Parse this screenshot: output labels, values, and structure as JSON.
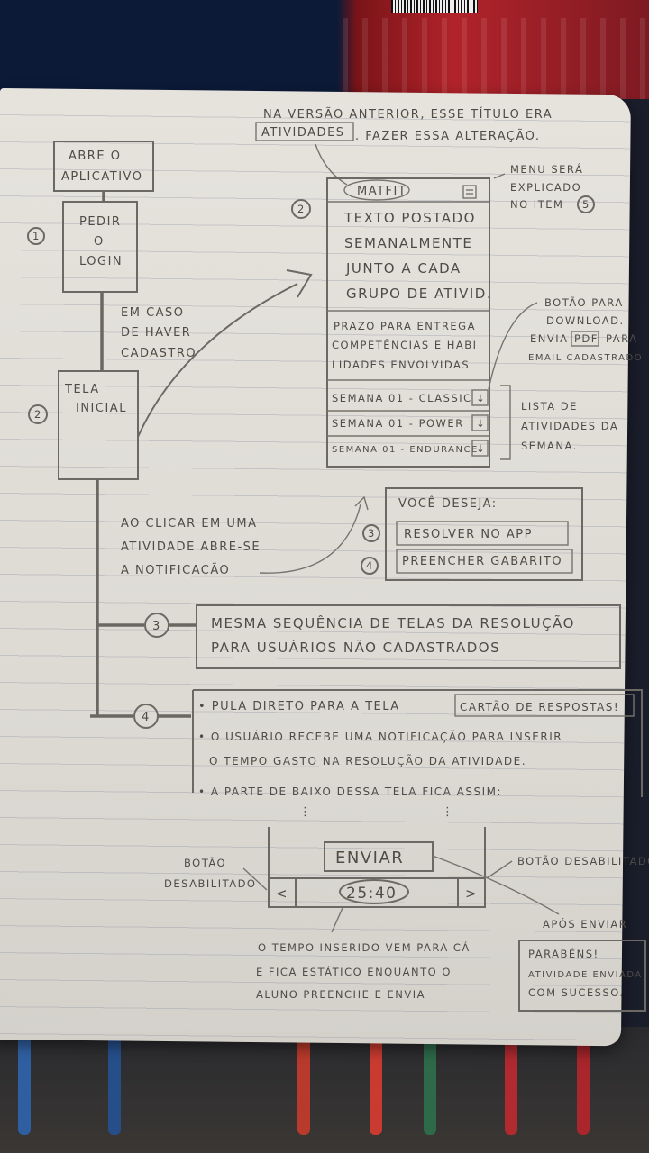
{
  "note_top": {
    "line1": "NA VERSÃO ANTERIOR, ESSE TÍTULO ERA",
    "line2_boxed": "ATIVIDADES",
    "line2_rest": ". FAZER ESSA ALTERAÇÃO."
  },
  "flow": {
    "open_app": [
      "ABRE O",
      "APLICATIVO"
    ],
    "step1_num": "1",
    "ask_login": [
      "PEDIR",
      "O",
      "LOGIN"
    ],
    "registered_note": [
      "EM CASO",
      "DE HAVER",
      "CADASTRO"
    ],
    "step2_num": "2",
    "home_screen": [
      "TELA",
      "INICIAL"
    ]
  },
  "phone": {
    "number": "2",
    "title": "MATFIT",
    "menu_icon": "menu-icon",
    "text_lines": [
      "TEXTO POSTADO",
      "SEMANALMENTE",
      "JUNTO A CADA",
      "GRUPO DE ATIVID."
    ],
    "deadline_lines": [
      "PRAZO PARA ENTREGA",
      "COMPETÊNCIAS E HABI",
      "LIDADES ENVOLVIDAS"
    ],
    "activities": [
      "SEMANA 01 - CLASSIC",
      "SEMANA 01 - POWER",
      "SEMANA 01 - ENDURANCE"
    ],
    "download_icon": "download-icon"
  },
  "notes_right": {
    "menu": [
      "MENU SERÁ",
      "EXPLICADO",
      "NO ITEM"
    ],
    "menu_item_num": "5",
    "download": [
      "BOTÃO PARA",
      "DOWNLOAD.",
      "ENVIA",
      "PDF",
      "PARA",
      "EMAIL CADASTRADO"
    ],
    "list": [
      "LISTA DE",
      "ATIVIDADES DA",
      "SEMANA."
    ]
  },
  "notification": {
    "note": [
      "AO CLICAR EM UMA",
      "ATIVIDADE ABRE-SE",
      "A NOTIFICAÇÃO"
    ],
    "title": "VOCÊ DESEJA:",
    "option3_num": "3",
    "option3": "RESOLVER NO APP",
    "option4_num": "4",
    "option4": "PREENCHER GABARITO"
  },
  "branch3": {
    "num": "3",
    "lines": [
      "MESMA SEQUÊNCIA DE TELAS DA RESOLUÇÃO",
      "PARA USUÁRIOS NÃO CADASTRADOS"
    ]
  },
  "branch4": {
    "num": "4",
    "bullet1": "• PULA DIRETO PARA A TELA",
    "bullet1_boxed": "CARTÃO DE RESPOSTAS!",
    "bullet2": [
      "• O USUÁRIO RECEBE UMA NOTIFICAÇÃO PARA INSERIR",
      "O TEMPO GASTO NA RESOLUÇÃO DA ATIVIDADE."
    ],
    "bullet3": "• A PARTE DE BAIXO DESSA TELA FICA ASSIM:"
  },
  "bottom_ui": {
    "send": "ENVIAR",
    "prev": "<",
    "time": "25:40",
    "next": ">",
    "left_note": [
      "BOTÃO",
      "DESABILITADO"
    ],
    "right_note": "BOTÃO DESABILITADO",
    "after_send": "APÓS ENVIAR",
    "success": [
      "PARABÉNS!",
      "ATIVIDADE ENVIADA",
      "COM SUCESSO."
    ],
    "time_note": [
      "O TEMPO INSERIDO VEM PARA CÁ",
      "E FICA ESTÁTICO ENQUANTO O",
      "ALUNO PREENCHE E ENVIA"
    ]
  }
}
